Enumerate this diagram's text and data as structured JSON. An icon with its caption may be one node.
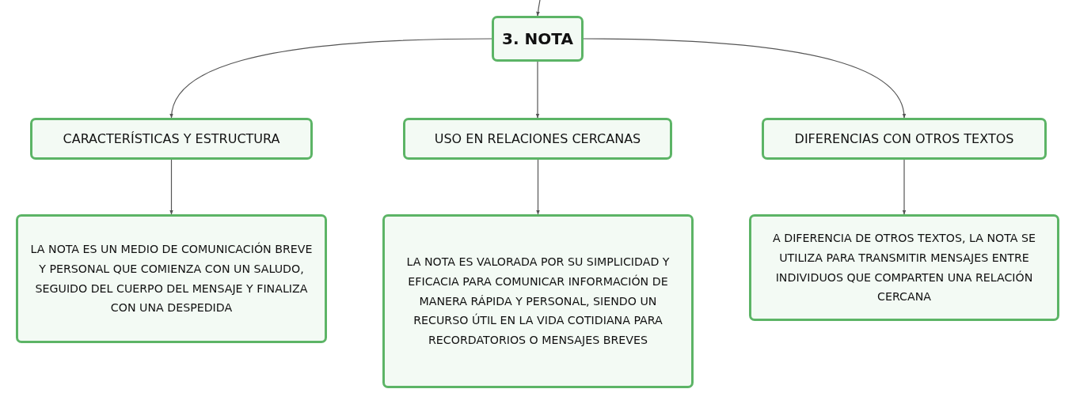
{
  "diagram": {
    "nodes": [
      {
        "text": [
          "3. NOTA"
        ]
      },
      {
        "text": [
          "CARACTERÍSTICAS Y ESTRUCTURA"
        ]
      },
      {
        "text": [
          "USO EN RELACIONES CERCANAS"
        ]
      },
      {
        "text": [
          "DIFERENCIAS CON OTROS TEXTOS"
        ]
      },
      {
        "text": [
          "LA NOTA ES UN MEDIO DE COMUNICACIÓN BREVE Y PERSONAL QUE COMIENZA CON UN SALUDO, SEGUIDO DEL CUERPO DEL MENSAJE Y FINALIZA CON UNA DESPEDIDA"
        ]
      },
      {
        "text": [
          "LA NOTA ES VALORADA POR SU SIMPLICIDAD Y EFICACIA PARA COMUNICAR INFORMACIÓN DE MANERA RÁPIDA Y PERSONAL, SIENDO UN RECURSO ÚTIL EN LA VIDA COTIDIANA PARA RECORDATORIOS O MENSAJES BREVES"
        ]
      },
      {
        "text": [
          "A DIFERENCIA DE OTROS TEXTOS, LA NOTA SE UTILIZA PARA TRANSMITIR MENSAJES ENTRE INDIVIDUOS QUE COMPARTEN UNA RELACIÓN CERCANA"
        ]
      }
    ],
    "edges": [
      {
        "from": null,
        "to": 0,
        "arrow": "to"
      },
      {
        "from": 0,
        "to": 1,
        "arrow": "to"
      },
      {
        "from": 0,
        "to": 2,
        "arrow": "to"
      },
      {
        "from": 0,
        "to": 3,
        "arrow": "to"
      },
      {
        "from": 1,
        "to": 4,
        "arrow": "to"
      },
      {
        "from": 2,
        "to": 5,
        "arrow": "to"
      },
      {
        "from": 3,
        "to": 6,
        "arrow": "to"
      }
    ]
  }
}
